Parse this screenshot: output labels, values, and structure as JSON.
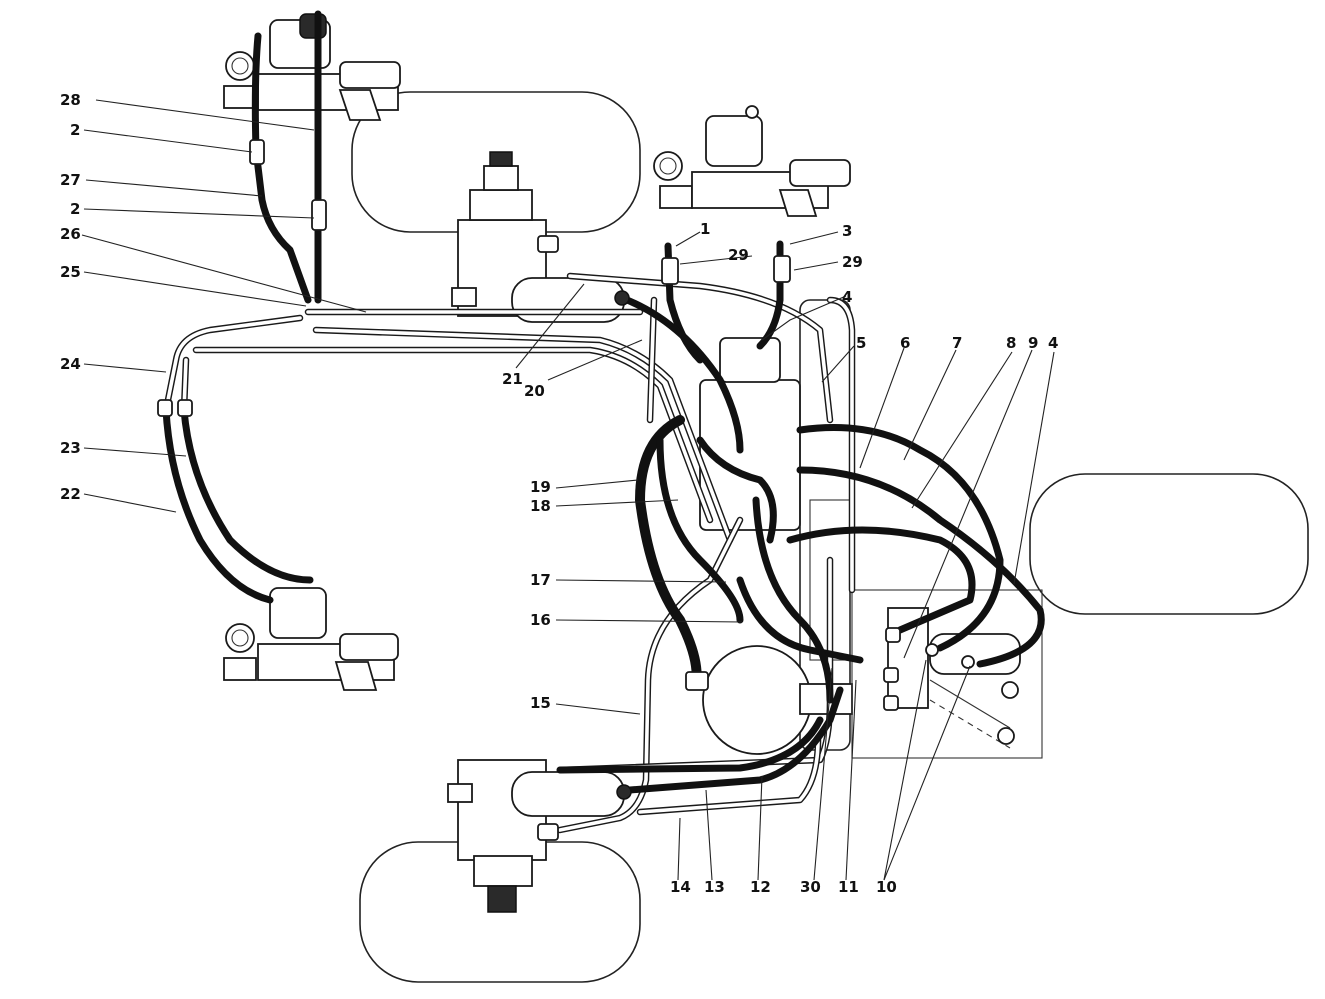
{
  "callouts": [
    "1",
    "2",
    "2",
    "3",
    "4",
    "4",
    "5",
    "6",
    "7",
    "8",
    "9",
    "10",
    "11",
    "12",
    "13",
    "14",
    "15",
    "16",
    "17",
    "18",
    "19",
    "20",
    "21",
    "22",
    "23",
    "24",
    "25",
    "26",
    "27",
    "28",
    "29",
    "29",
    "30"
  ]
}
